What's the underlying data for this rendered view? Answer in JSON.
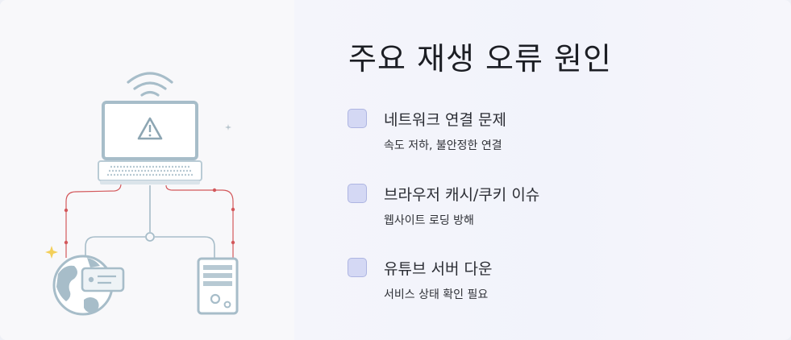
{
  "title": "주요 재생 오류 원인",
  "items": [
    {
      "title": "네트워크 연결 문제",
      "subtitle": "속도 저하, 불안정한 연결"
    },
    {
      "title": "브라우저 캐시/쿠키 이슈",
      "subtitle": "웹사이트 로딩 방해"
    },
    {
      "title": "유튜브 서버 다운",
      "subtitle": "서비스 상태 확인 필요"
    }
  ],
  "icons": {
    "laptop": "laptop-warning-icon",
    "wifi": "wifi-icon",
    "globe": "globe-icon",
    "server": "server-icon",
    "sparkle": "sparkle-icon"
  },
  "colors": {
    "illustration_stroke": "#a7bdc9",
    "error_line": "#d3585b",
    "checkbox_fill": "#d4d8f4",
    "checkbox_border": "#aeb5e2"
  }
}
